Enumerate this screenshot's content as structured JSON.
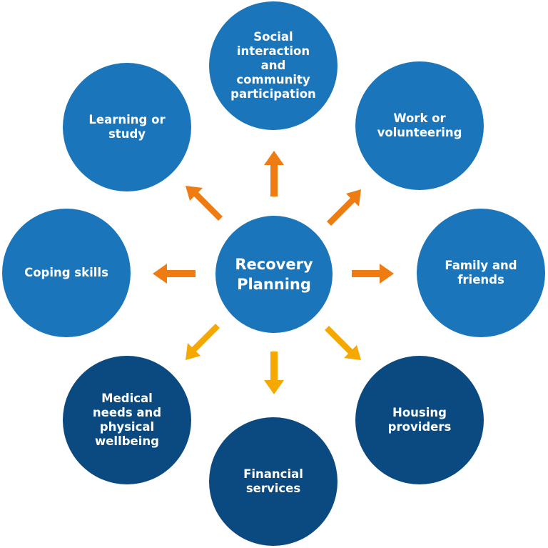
{
  "colors": {
    "light_blue": "#1b75bb",
    "dark_blue": "#0b4a80",
    "orange": "#ee7c12",
    "amber": "#f4a800"
  },
  "center": {
    "label": "Recovery\nPlanning",
    "color": "#1b75bb"
  },
  "nodes": [
    {
      "id": "social",
      "label": "Social\ninteraction\nand\ncommunity\nparticipation",
      "color": "#1b75bb"
    },
    {
      "id": "work",
      "label": "Work or\nvolunteering",
      "color": "#1b75bb"
    },
    {
      "id": "family",
      "label": "Family and\nfriends",
      "color": "#1b75bb"
    },
    {
      "id": "housing",
      "label": "Housing\nproviders",
      "color": "#0b4a80"
    },
    {
      "id": "financial",
      "label": "Financial\nservices",
      "color": "#0b4a80"
    },
    {
      "id": "medical",
      "label": "Medical\nneeds and\nphysical\nwellbeing",
      "color": "#0b4a80"
    },
    {
      "id": "coping",
      "label": "Coping skills",
      "color": "#1b75bb"
    },
    {
      "id": "learning",
      "label": "Learning or\nstudy",
      "color": "#1b75bb"
    }
  ],
  "arrows": [
    {
      "to": "social",
      "color": "#ee7c12"
    },
    {
      "to": "work",
      "color": "#ee7c12"
    },
    {
      "to": "family",
      "color": "#ee7c12"
    },
    {
      "to": "housing",
      "color": "#f4a800"
    },
    {
      "to": "financial",
      "color": "#f4a800"
    },
    {
      "to": "medical",
      "color": "#f4a800"
    },
    {
      "to": "coping",
      "color": "#ee7c12"
    },
    {
      "to": "learning",
      "color": "#ee7c12"
    }
  ]
}
